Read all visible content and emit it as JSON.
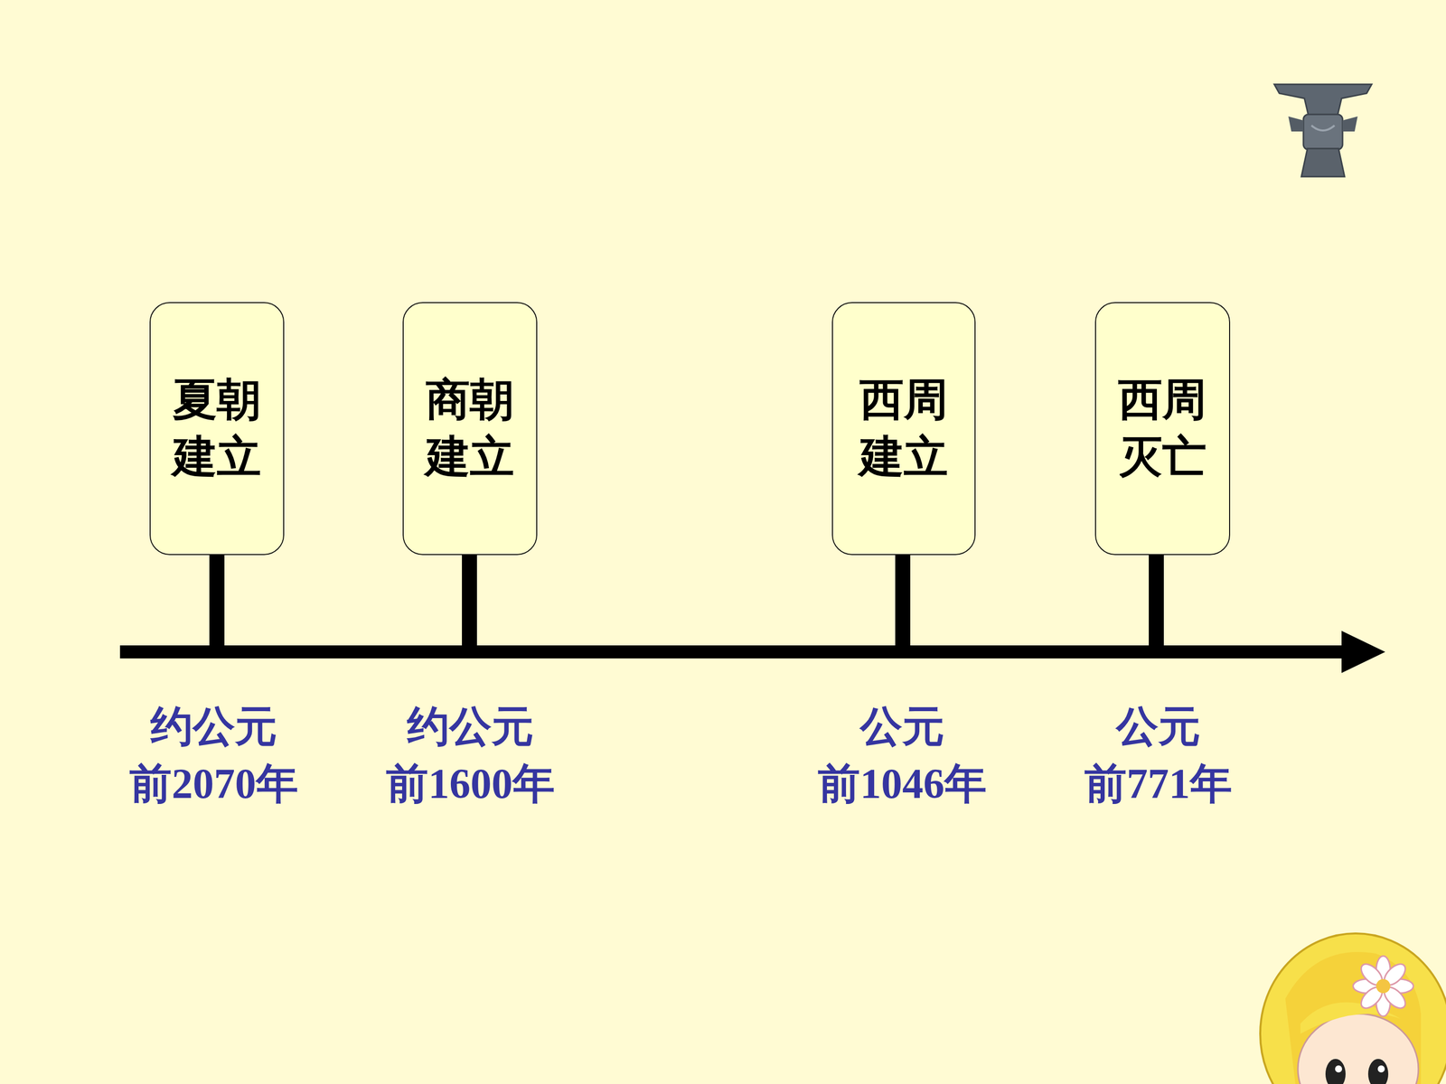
{
  "diagram": {
    "nodes": [
      {
        "text": [
          "夏朝 建立"
        ]
      },
      {
        "text": [
          "商朝 建立"
        ]
      },
      {
        "text": [
          "西周 建立"
        ]
      },
      {
        "text": [
          "西周 灭亡"
        ]
      }
    ],
    "labels": [
      "约公元 前2070年",
      "约公元 前1600年",
      "公元 前1046年",
      "公元 前771年"
    ]
  }
}
